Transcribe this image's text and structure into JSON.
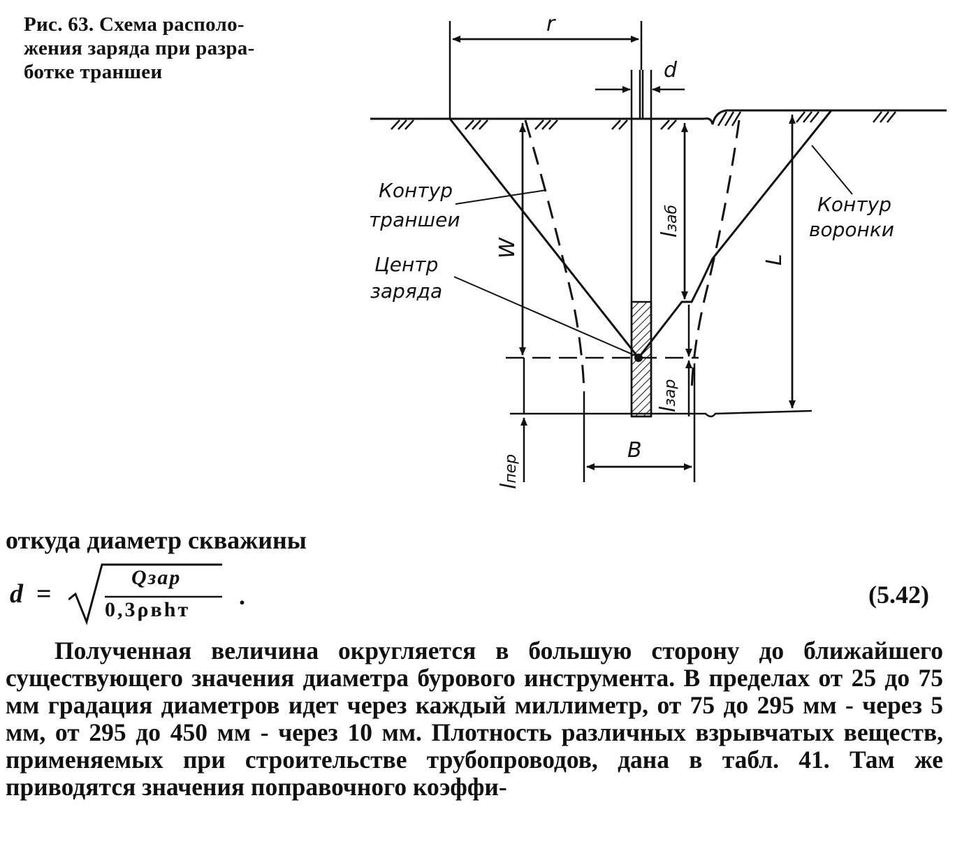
{
  "caption": {
    "line1": "Рис. 63. Схема располо-",
    "line2": "жения заряда при разра-",
    "line3": "ботке траншеи"
  },
  "figure": {
    "dims": {
      "r": "r",
      "d": "d",
      "W": "W",
      "l_zab": "l",
      "l_zab_sub": "заб",
      "L": "L",
      "l_zar": "l",
      "l_zar_sub": "зар",
      "l_per": "l",
      "l_per_sub": "пер",
      "B": "B"
    },
    "labels": {
      "trench_contour_1": "Контур",
      "trench_contour_2": "траншеи",
      "crater_contour_1": "Контур",
      "crater_contour_2": "воронки",
      "charge_center_1": "Центр",
      "charge_center_2": "заряда"
    }
  },
  "text": {
    "intro": "откуда диаметр скважины",
    "formula": {
      "lhs": "d",
      "eq": "=",
      "numerator": "Qзар",
      "denominator": "0,3ρвhт",
      "tail": ".",
      "number": "(5.42)"
    },
    "paragraph": "Полученная величина округляется в большую сторону до ближайшего существующего значения диаметра бурового инструмента. В пределах от 25 до 75 мм градация диаметров идет через каждый миллиметр, от 75 до 295 мм - через 5 мм, от 295 до 450 мм - через 10 мм. Плотность различных взрывчатых веществ, применяемых при строительстве трубопроводов, дана в табл. 41. Там же приводятся значения поправочного коэффи-"
  }
}
